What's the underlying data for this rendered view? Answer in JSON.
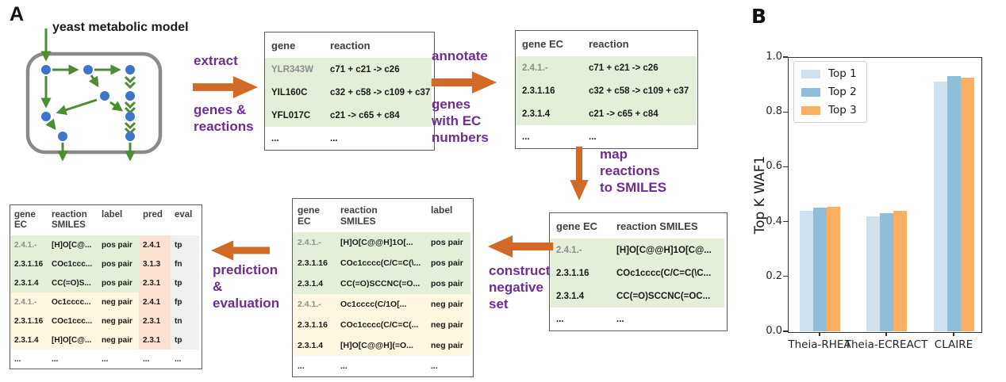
{
  "colors": {
    "purple": "#6d2d93",
    "orange": "#d16a26",
    "green_row": "#e4efd9",
    "cream_row": "#fdf6e0",
    "salmon_col": "#fbe1d2",
    "gray_col": "#efefef",
    "node_blue": "#3b76c9",
    "edge_green": "#4e8c31",
    "box_gray": "#8a8a8a",
    "bar_top1": "#cfe0ee",
    "bar_top2": "#8fbedb",
    "bar_top3": "#fcae62"
  },
  "panelA": {
    "label": "A",
    "model_title": "yeast metabolic model",
    "steps": {
      "extract_top": "extract",
      "extract_bottom": "genes &\nreactions",
      "annotate_top": "annotate",
      "annotate_bottom": "genes\nwith EC\nnumbers",
      "map": "map\nreactions\nto SMILES",
      "construct": "construct\nnegative\nset",
      "predict": "prediction\n&\nevaluation"
    },
    "table_gene_reaction": {
      "headers": [
        "gene",
        "reaction"
      ],
      "col_widths": [
        "74px",
        "136px"
      ],
      "row_bg": [
        "green",
        "green",
        "green",
        "none"
      ],
      "muted": [
        [
          0,
          0
        ]
      ],
      "rows": [
        [
          "YLR343W",
          "c71 + c21 -> c26"
        ],
        [
          "YIL160C",
          "c32 + c58 -> c109 + c37"
        ],
        [
          "YFL017C",
          "c21 -> c65 + c84"
        ],
        [
          "...",
          "..."
        ]
      ]
    },
    "table_ec_reaction": {
      "headers": [
        "gene EC",
        "reaction"
      ],
      "col_widths": [
        "84px",
        "144px"
      ],
      "row_bg": [
        "green",
        "green",
        "green",
        "none"
      ],
      "muted": [
        [
          0,
          0
        ]
      ],
      "rows": [
        [
          "2.4.1.-",
          "c71 + c21 -> c26"
        ],
        [
          "2.3.1.16",
          "c32 + c58 -> c109 + c37"
        ],
        [
          "2.3.1.4",
          "c21 -> c65 + c84"
        ],
        [
          "...",
          "..."
        ]
      ]
    },
    "table_ec_smiles": {
      "headers": [
        "gene EC",
        "reaction SMILES"
      ],
      "col_widths": [
        "76px",
        "144px"
      ],
      "row_bg": [
        "green",
        "green",
        "green",
        "none"
      ],
      "muted": [
        [
          0,
          0
        ]
      ],
      "rows": [
        [
          "2.4.1.-",
          "[H]O[C@@H]1O[C@..."
        ],
        [
          "2.3.1.16",
          "COc1cccc(C/C=C(\\C..."
        ],
        [
          "2.3.1.4",
          "CC(=O)SCCNC(=OC..."
        ],
        [
          "...",
          "..."
        ]
      ]
    },
    "table_labeled_pairs": {
      "headers": [
        "gene\nEC",
        "reaction\nSMILES",
        "label"
      ],
      "col_widths": [
        "54px",
        "114px",
        "56px"
      ],
      "row_bg": [
        "green",
        "green",
        "green",
        "cream",
        "cream",
        "cream",
        "none"
      ],
      "muted": [
        [
          0,
          0
        ],
        [
          3,
          0
        ]
      ],
      "rows": [
        [
          "2.4.1.-",
          "[H]O[C@@H]1O[...",
          "pos pair"
        ],
        [
          "2.3.1.16",
          "COc1cccc(C/C=C(\\...",
          "pos pair"
        ],
        [
          "2.3.1.4",
          "CC(=O)SCCNC(=O...",
          "pos pair"
        ],
        [
          "2.4.1.-",
          "Oc1cccc(C/1O[...",
          "neg pair"
        ],
        [
          "2.3.1.16",
          "COc1cccc(C/C=C(...",
          "neg pair"
        ],
        [
          "2.3.1.4",
          "[H]O[C@@H](=O...",
          "neg pair"
        ],
        [
          "...",
          "...",
          "..."
        ]
      ]
    },
    "table_evaluation": {
      "headers": [
        "gene\nEC",
        "reaction\nSMILES",
        "label",
        "pred",
        "eval"
      ],
      "col_widths": [
        "47px",
        "63px",
        "52px",
        "40px",
        "36px"
      ],
      "row_bg": [
        "green",
        "green",
        "green",
        "cream",
        "cream",
        "cream",
        "none"
      ],
      "muted": [
        [
          0,
          0
        ],
        [
          3,
          0
        ]
      ],
      "col_bg": {
        "3": "salmon",
        "4": "gray"
      },
      "rows": [
        [
          "2.4.1.-",
          "[H]O[C@...",
          "pos pair",
          "2.4.1",
          "tp"
        ],
        [
          "2.3.1.16",
          "COc1ccc...",
          "pos pair",
          "3.1.3",
          "fn"
        ],
        [
          "2.3.1.4",
          "CC(=O)S...",
          "pos pair",
          "2.3.1",
          "tp"
        ],
        [
          "2.4.1.-",
          "Oc1cccc...",
          "neg pair",
          "2.4.1",
          "fp"
        ],
        [
          "2.3.1.16",
          "COc1ccc...",
          "neg pair",
          "2.3.1",
          "tn"
        ],
        [
          "2.3.1.4",
          "[H]O[C@...",
          "neg pair",
          "2.3.1",
          "tp"
        ],
        [
          "...",
          "...",
          "...",
          "...",
          "..."
        ]
      ]
    }
  },
  "panelB": {
    "label": "B"
  },
  "chart_data": {
    "type": "bar",
    "categories": [
      "Theia-RHEA",
      "Theia-ECREACT",
      "CLAIRE"
    ],
    "series": [
      {
        "name": "Top 1",
        "color": "#cfe0ee",
        "values": [
          0.44,
          0.42,
          0.91
        ]
      },
      {
        "name": "Top 2",
        "color": "#8fbedb",
        "values": [
          0.45,
          0.43,
          0.93
        ]
      },
      {
        "name": "Top 3",
        "color": "#fcae62",
        "values": [
          0.455,
          0.44,
          0.925
        ]
      }
    ],
    "title": "",
    "xlabel": "",
    "ylabel": "Top K WAF1",
    "ylim": [
      0.0,
      1.0
    ],
    "yticks": [
      0.0,
      0.2,
      0.4,
      0.6,
      0.8,
      1.0
    ],
    "grid": false,
    "legend_position": "upper left"
  }
}
